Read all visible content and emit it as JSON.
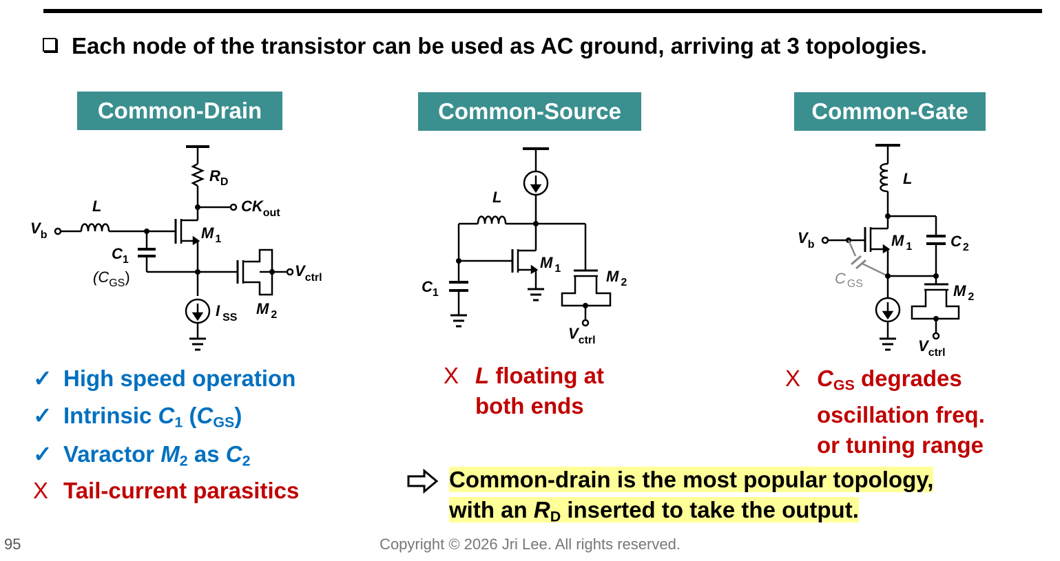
{
  "headline": "Each node of the transistor can be used as AC ground, arriving at 3 topologies.",
  "topologies": {
    "cd": "Common-Drain",
    "cs": "Common-Source",
    "cg": "Common-Gate"
  },
  "cd_circuit": {
    "rd": "R",
    "rd_sub": "D",
    "ck": "CK",
    "ck_sub": "out",
    "vb": "V",
    "vb_sub": "b",
    "l": "L",
    "m1": "M",
    "m1_sub": "1",
    "c1": "C",
    "c1_sub": "1",
    "cgs": "(C",
    "cgs_sub": "GS",
    "cgs_close": ")",
    "vctrl": "V",
    "vctrl_sub": "ctrl",
    "iss": "I",
    "iss_sub": "SS",
    "m2": "M",
    "m2_sub": "2"
  },
  "cs_circuit": {
    "l": "L",
    "m1": "M",
    "m1_sub": "1",
    "m2": "M",
    "m2_sub": "2",
    "c1": "C",
    "c1_sub": "1",
    "vctrl": "V",
    "vctrl_sub": "ctrl"
  },
  "cg_circuit": {
    "l": "L",
    "vb": "V",
    "vb_sub": "b",
    "m1": "M",
    "m1_sub": "1",
    "c2": "C",
    "c2_sub": "2",
    "cgs": "C",
    "cgs_sub": "GS",
    "m2": "M",
    "m2_sub": "2",
    "vctrl": "V",
    "vctrl_sub": "ctrl"
  },
  "cd_points": [
    {
      "mark": "✓",
      "a": "High speed operation"
    },
    {
      "mark": "✓",
      "a": "Intrinsic ",
      "b": "C",
      "b_sub": "1",
      "c": " (",
      "d": "C",
      "d_sub": "GS",
      "e": ")"
    },
    {
      "mark": "✓",
      "a": "Varactor ",
      "b": "M",
      "b_sub": "2",
      "c": " as ",
      "d": "C",
      "d_sub": "2"
    },
    {
      "mark": "X",
      "a": "Tail-current parasitics"
    }
  ],
  "cs_con": {
    "mark": "X",
    "l": "L",
    "line1": " floating at",
    "line2": "both ends"
  },
  "cg_con": {
    "mark": "X",
    "c": "C",
    "c_sub": "GS",
    "line1": " degrades",
    "line2": "oscillation freq.",
    "line3": "or tuning range"
  },
  "conclusion": {
    "line1": "Common-drain is the most popular topology,",
    "line2a": "with an ",
    "line2r": "R",
    "line2sub": "D",
    "line2b": " inserted to take the output."
  },
  "page_number": "95",
  "copyright": "Copyright © 2026 Jri Lee. All rights reserved.",
  "colors": {
    "teal": "#3b8f8f",
    "blue": "#0070c0",
    "red": "#c00000",
    "highlight": "#ffff99"
  }
}
